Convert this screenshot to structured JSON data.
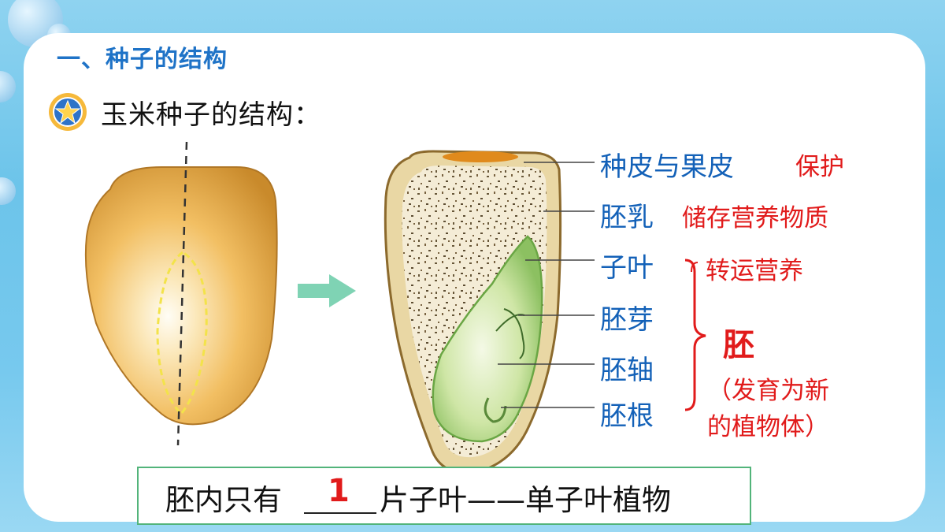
{
  "section_title": "一、种子的结构",
  "subtitle": "玉米种子的结构：",
  "labels": {
    "seed_coat": "种皮与果皮",
    "endosperm": "胚乳",
    "cotyledon": "子叶",
    "plumule": "胚芽",
    "hypocotyl": "胚轴",
    "radicle": "胚根"
  },
  "functions": {
    "seed_coat": "保护",
    "endosperm": "储存营养物质",
    "cotyledon": "转运营养"
  },
  "embryo": {
    "label": "胚",
    "note_line1": "（发育为新",
    "note_line2": "的植物体）"
  },
  "summary": {
    "prefix": "胚内只有",
    "blank_value": "1",
    "suffix": "片子叶——单子叶植物"
  },
  "colors": {
    "title_blue": "#1f73c7",
    "label_blue": "#1361b8",
    "note_red": "#e11b1b",
    "arrow_green": "#7fd3b4",
    "box_border": "#52b47a"
  }
}
